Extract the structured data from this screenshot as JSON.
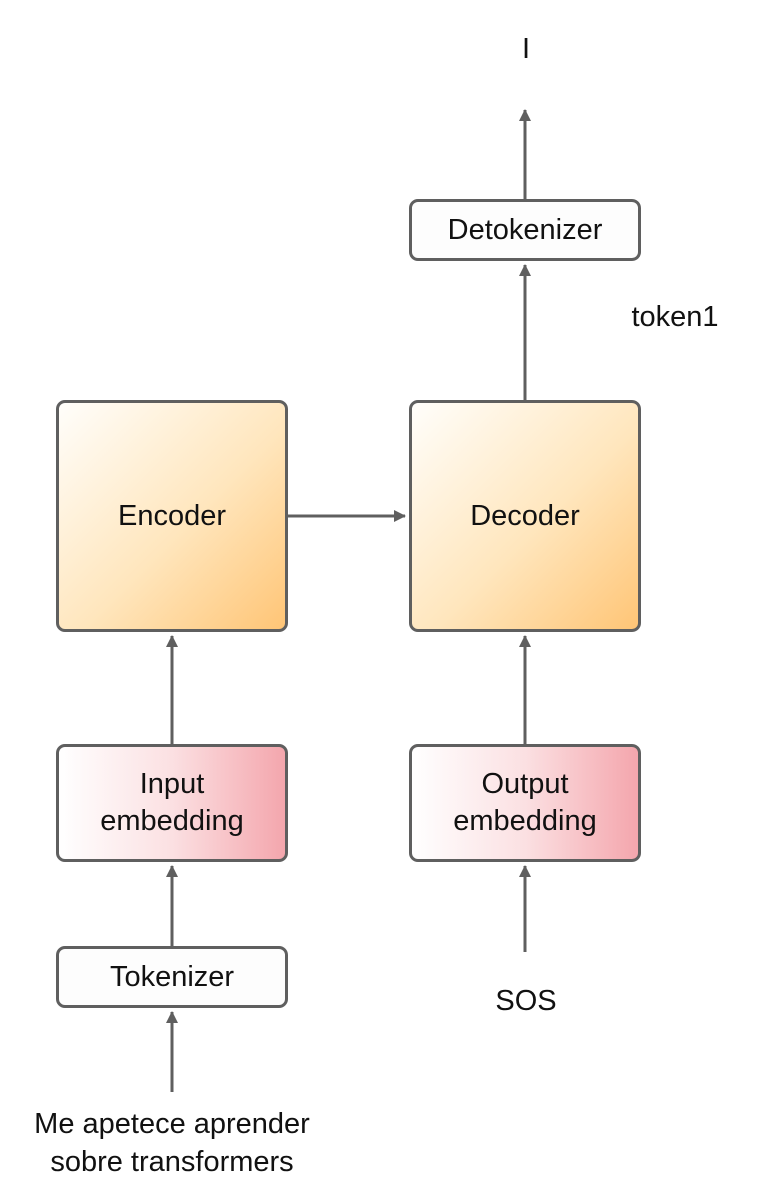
{
  "diagram": {
    "input_text": [
      "Me apetece aprender",
      "sobre transformers"
    ],
    "tokenizer": "Tokenizer",
    "input_embedding": [
      "Input",
      "embedding"
    ],
    "encoder": "Encoder",
    "decoder": "Decoder",
    "output_embedding": [
      "Output",
      "embedding"
    ],
    "detokenizer": "Detokenizer",
    "sos": "SOS",
    "intermediate_token": "token1",
    "output_token": "I"
  },
  "colors": {
    "border": "#5f5f5f",
    "arrow": "#5f5f5f",
    "encoder_decoder_fill": "#ffc576",
    "embedding_fill": "#f4a6ad"
  }
}
